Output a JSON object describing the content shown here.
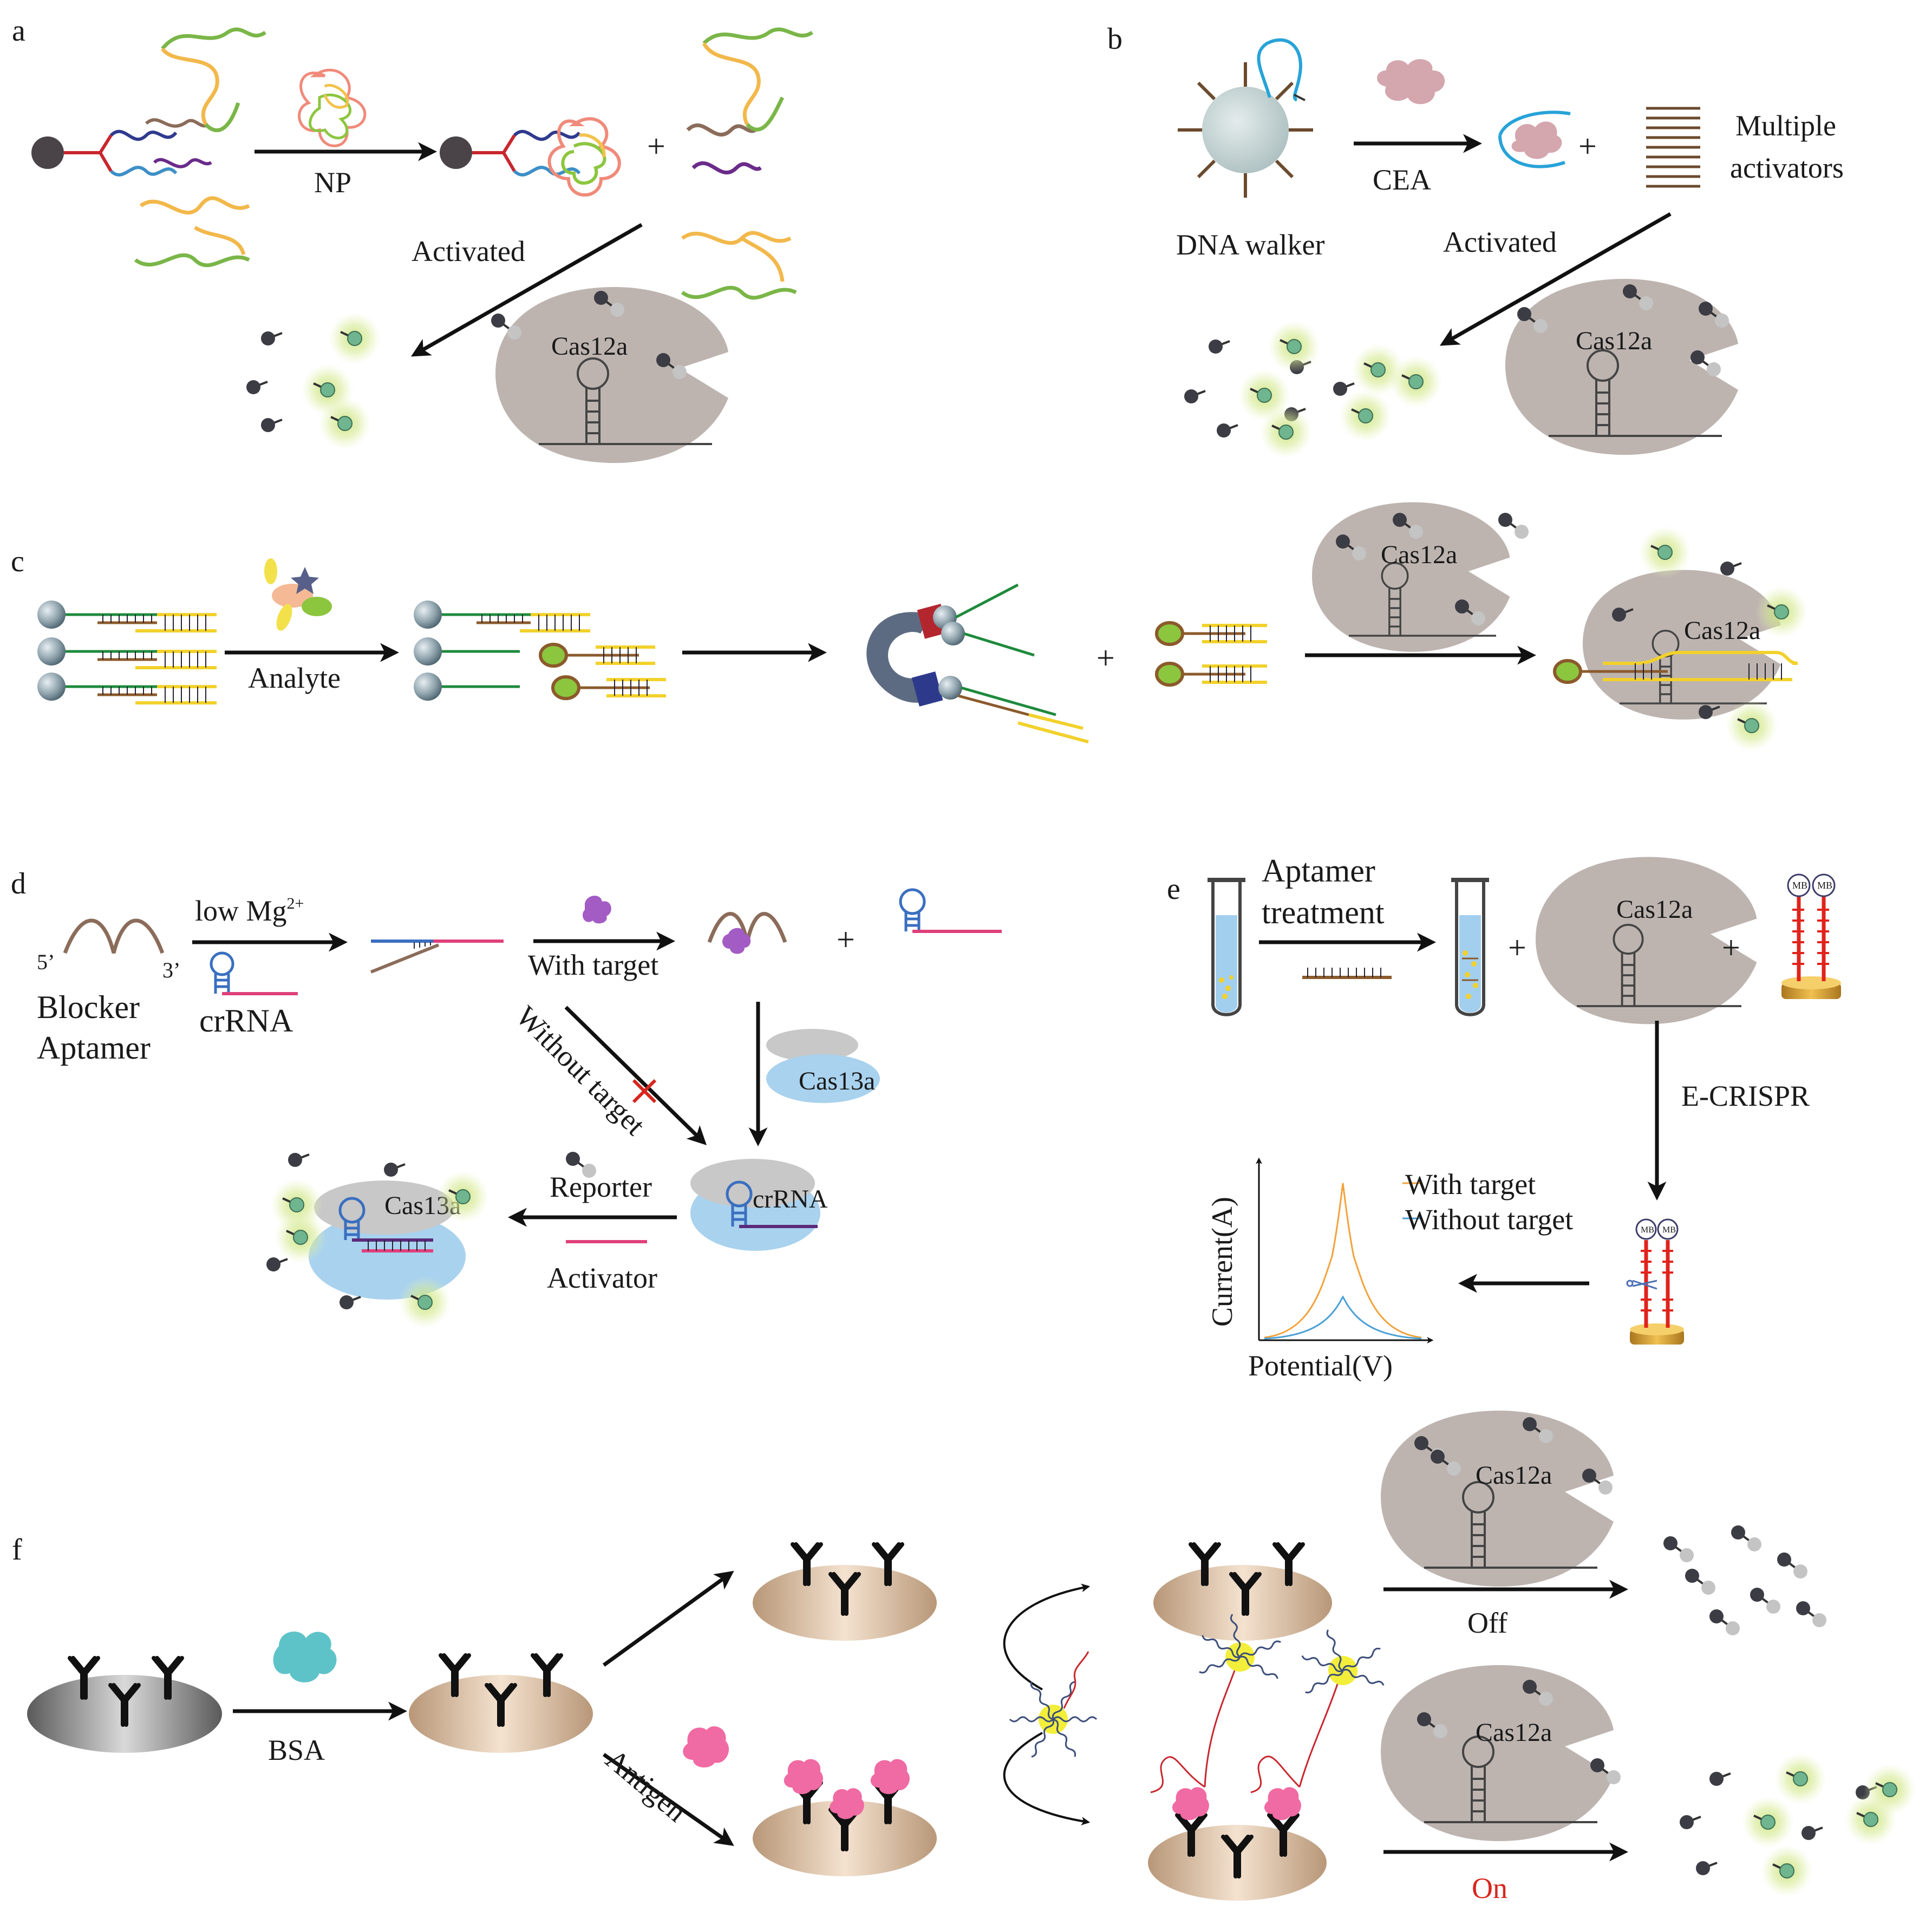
{
  "panels": {
    "a": {
      "label": "a",
      "arrow_np": "NP",
      "arrow_activated": "Activated",
      "enzyme": "Cas12a",
      "plus": "+"
    },
    "b": {
      "label": "b",
      "dna_walker": "DNA walker",
      "arrow_cea": "CEA",
      "multiple_line1": "Multiple",
      "multiple_line2": "activators",
      "arrow_activated": "Activated",
      "enzyme": "Cas12a",
      "plus": "+"
    },
    "c": {
      "label": "c",
      "arrow_analyte": "Analyte",
      "enzyme_top": "Cas12a",
      "enzyme_bottom": "Cas12a",
      "plus": "+"
    },
    "d": {
      "label": "d",
      "low_mg": "low Mg",
      "low_mg_sup": "2+",
      "five_prime": "5’",
      "three_prime": "3’",
      "blocker": "Blocker",
      "aptamer": "Aptamer",
      "crrna": "crRNA",
      "with_target": "With target",
      "without_target": "Without target",
      "cas13a_right": "Cas13a",
      "crrna_complex": "crRNA",
      "reporter": "Reporter",
      "activator": "Activator",
      "cas13a_left": "Cas13a",
      "plus": "+"
    },
    "e": {
      "label": "e",
      "aptamer_line1": "Aptamer",
      "aptamer_line2": "treatment",
      "enzyme": "Cas12a",
      "mb": "MB",
      "ecrispr": "E-CRISPR",
      "legend_with": "With target",
      "legend_without": "Without target",
      "ylabel": "Current(A)",
      "xlabel": "Potential(V)",
      "plus": "+"
    },
    "f": {
      "label": "f",
      "bsa": "BSA",
      "antigen": "Antigen",
      "enzyme_top": "Cas12a",
      "enzyme_bottom": "Cas12a",
      "off": "Off",
      "on": "On"
    }
  },
  "colors": {
    "arrow": "#111111",
    "enzyme": "#bdb4b0",
    "cas13": "#a9d2ee",
    "glow": "#c9e37a",
    "fluor": "#6fb58f",
    "quencher": "#3c3c44",
    "on_red": "#d7261e",
    "with_target_line": "#f2a23a",
    "without_target_line": "#4aa0d5"
  },
  "icons": [
    "arrow-icon",
    "cas12a-enzyme-icon",
    "cas13a-enzyme-icon",
    "reporter-icon",
    "magnet-icon",
    "tube-icon",
    "electrode-icon",
    "antibody-icon",
    "nanoparticle-icon",
    "dna-walker-icon"
  ]
}
